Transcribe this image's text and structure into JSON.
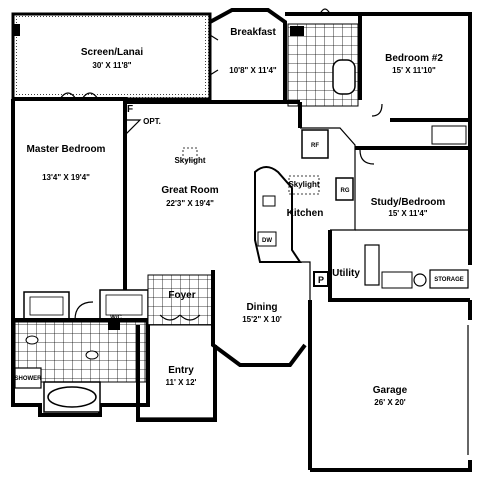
{
  "rooms": [
    {
      "id": "lanai",
      "name": "Screen/Lanai",
      "dims": "30' X 11'8\""
    },
    {
      "id": "breakfast",
      "name": "Breakfast",
      "dims": "10'8\" X 11'4\""
    },
    {
      "id": "bedroom2",
      "name": "Bedroom #2",
      "dims": "15' X 11'10\""
    },
    {
      "id": "master",
      "name": "Master Bedroom",
      "dims": "13'4\" X 19'4\""
    },
    {
      "id": "great",
      "name": "Great Room",
      "dims": "22'3\" X 19'4\""
    },
    {
      "id": "kitchen",
      "name": "Kitchen",
      "dims": ""
    },
    {
      "id": "study",
      "name": "Study/Bedroom",
      "dims": "15' X 11'4\""
    },
    {
      "id": "utility",
      "name": "Utility",
      "dims": ""
    },
    {
      "id": "foyer",
      "name": "Foyer",
      "dims": ""
    },
    {
      "id": "dining",
      "name": "Dining",
      "dims": "15'2\" X 10'"
    },
    {
      "id": "entry",
      "name": "Entry",
      "dims": "11' X 12'"
    },
    {
      "id": "garage",
      "name": "Garage",
      "dims": "26' X 20'"
    }
  ],
  "labels": {
    "skylight_great": "Skylight",
    "skylight_kitchen": "Skylight",
    "opt": "OPT.",
    "f_marker": "F",
    "p_marker": "P",
    "rf": "RF",
    "rg": "RG",
    "dw": "DW",
    "storage": "STORAGE",
    "shower": "SHOWER",
    "wc": "W/C"
  }
}
